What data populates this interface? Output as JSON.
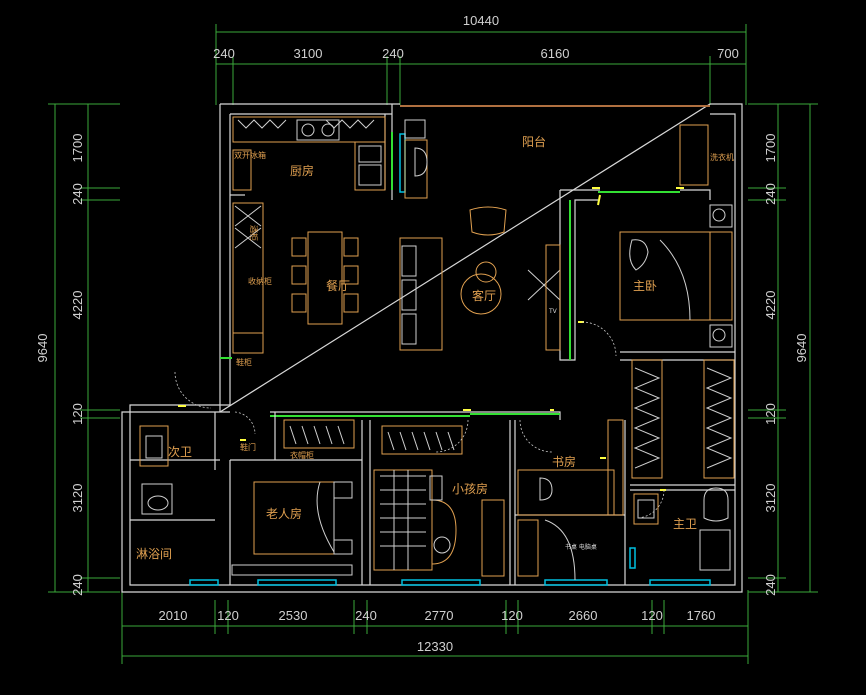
{
  "dimensions": {
    "top_total": "10440",
    "top_segments": [
      "240",
      "3100",
      "240",
      "6160",
      "700"
    ],
    "bottom_total": "12330",
    "bottom_segments": [
      "2010",
      "120",
      "2530",
      "240",
      "2770",
      "120",
      "2660",
      "120",
      "1760"
    ],
    "left_total": "9640",
    "left_segments": [
      "1700",
      "240",
      "4220",
      "120",
      "3120",
      "240"
    ],
    "right_total": "9640",
    "right_segments": [
      "1700",
      "240",
      "4220",
      "120",
      "3120",
      "240"
    ]
  },
  "rooms": {
    "kitchen": "厨房",
    "balcony": "阳台",
    "dining": "餐厅",
    "living": "客厅",
    "master_bedroom": "主卧",
    "guest_bath": "次卫",
    "elder_room": "老人房",
    "kids_room": "小孩房",
    "study": "书房",
    "master_bath": "主卫",
    "shower": "淋浴间"
  },
  "labels": {
    "fridge": "双开冰箱",
    "wine_cabinet": "酒柜",
    "sideboard": "收纳柜",
    "shoe_cabinet": "鞋柜",
    "shoe_door": "鞋门",
    "clothes_cabinet": "衣帽柜",
    "washer": "洗衣机",
    "tv": "TV",
    "study_note": "书桌 电脑桌"
  },
  "colors": {
    "background": "#000000",
    "walls": "#d8d8d8",
    "furniture": "#e0a050",
    "dimension_lines": "#3aa83a",
    "window_frames": "#33e033",
    "door_highlight": "#ffff40",
    "windows": "#00c0e0"
  }
}
